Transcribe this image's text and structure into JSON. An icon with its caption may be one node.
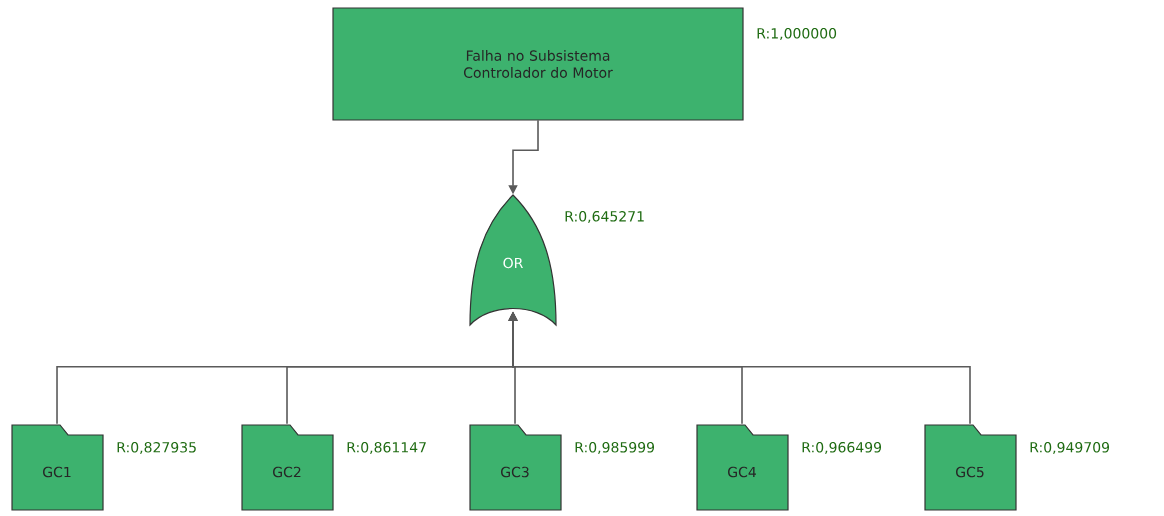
{
  "diagram": {
    "nodes": [
      {
        "text": [
          "Falha no Subsistema Controlador do Motor"
        ],
        "beside": [
          "R:1,000000"
        ]
      },
      {
        "text": [
          "OR"
        ],
        "beside": [
          "R:0,645271"
        ]
      },
      {
        "text": [
          "GC1"
        ],
        "beside": [
          "R:0,827935"
        ]
      },
      {
        "text": [
          "GC2"
        ],
        "beside": [
          "R:0,861147"
        ]
      },
      {
        "text": [
          "GC3"
        ],
        "beside": [
          "R:0,985999"
        ]
      },
      {
        "text": [
          "GC4"
        ],
        "beside": [
          "R:0,966499"
        ]
      },
      {
        "text": [
          "GC5"
        ],
        "beside": [
          "R:0,949709"
        ]
      }
    ],
    "edges": [
      {
        "from": 0,
        "to": 1,
        "arrow": "to"
      },
      {
        "from": 2,
        "to": 1,
        "arrow": "to"
      },
      {
        "from": 3,
        "to": 1,
        "arrow": "to"
      },
      {
        "from": 4,
        "to": 1,
        "arrow": "to"
      },
      {
        "from": 5,
        "to": 1,
        "arrow": "to"
      },
      {
        "from": 6,
        "to": 1,
        "arrow": "to"
      }
    ]
  }
}
